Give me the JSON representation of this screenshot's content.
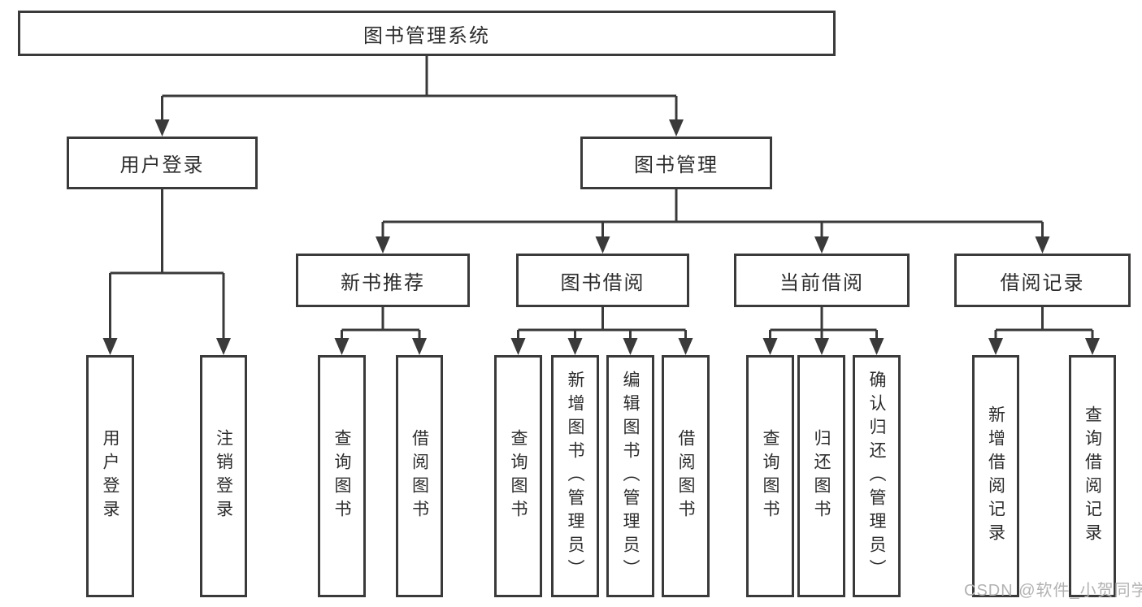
{
  "nodes": {
    "root": {
      "label": "图书管理系统"
    },
    "user_login": {
      "label": "用户登录"
    },
    "book_management": {
      "label": "图书管理"
    },
    "new_book_recommend": {
      "label": "新书推荐"
    },
    "book_borrow": {
      "label": "图书借阅"
    },
    "current_borrow": {
      "label": "当前借阅"
    },
    "borrow_records": {
      "label": "借阅记录"
    },
    "leaf_user_login": {
      "label": "用户登录"
    },
    "leaf_logout": {
      "label": "注销登录"
    },
    "leaf_nb_query_books": {
      "label": "查询图书"
    },
    "leaf_nb_borrow_books": {
      "label": "借阅图书"
    },
    "leaf_bb_query_books": {
      "label": "查询图书"
    },
    "leaf_bb_add_books_admin": {
      "label": "新增图书（管理员）"
    },
    "leaf_bb_edit_books_admin": {
      "label": "编辑图书（管理员）"
    },
    "leaf_bb_borrow_books": {
      "label": "借阅图书"
    },
    "leaf_cb_query_books": {
      "label": "查询图书"
    },
    "leaf_cb_return_books": {
      "label": "归还图书"
    },
    "leaf_cb_confirm_return_admin": {
      "label": "确认归还（管理员）"
    },
    "leaf_br_add_record": {
      "label": "新增借阅记录"
    },
    "leaf_br_query_record": {
      "label": "查询借阅记录"
    }
  },
  "watermark": {
    "label": "CSDN @软件_小贺同学"
  },
  "colors": {
    "line": "#3a3a3a",
    "text": "#2d2d2d",
    "watermark": "#b2b2b2",
    "canvas": "#ffffff"
  }
}
